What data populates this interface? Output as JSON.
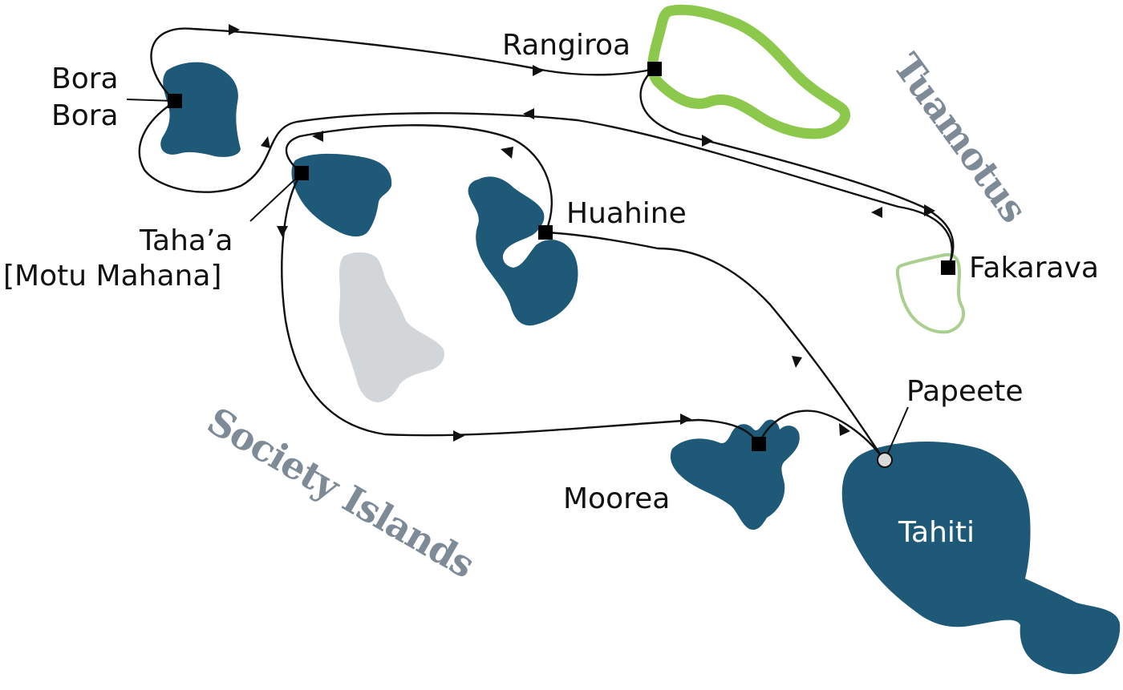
{
  "colors": {
    "island": "#1e5a78",
    "island_grey": "#d3d6d8",
    "atoll_bright": "#8cc84b",
    "atoll_pale": "#a9d08e",
    "region_label": "#7e8b97",
    "route": "#111111",
    "port_marker": "#000000",
    "papeete_marker": "#d9d9d9"
  },
  "ports": {
    "bora_bora": {
      "line1": "Bora",
      "line2": "Bora"
    },
    "rangiroa": {
      "name": "Rangiroa"
    },
    "tahaa": {
      "line1": "Taha’a",
      "line2": "[Motu Mahana]"
    },
    "huahine": {
      "name": "Huahine"
    },
    "fakarava": {
      "name": "Fakarava"
    },
    "papeete": {
      "name": "Papeete"
    },
    "moorea": {
      "name": "Moorea"
    },
    "tahiti": {
      "name": "Tahiti"
    }
  },
  "regions": {
    "society": "Society Islands",
    "tuamotus": "Tuamotus"
  }
}
